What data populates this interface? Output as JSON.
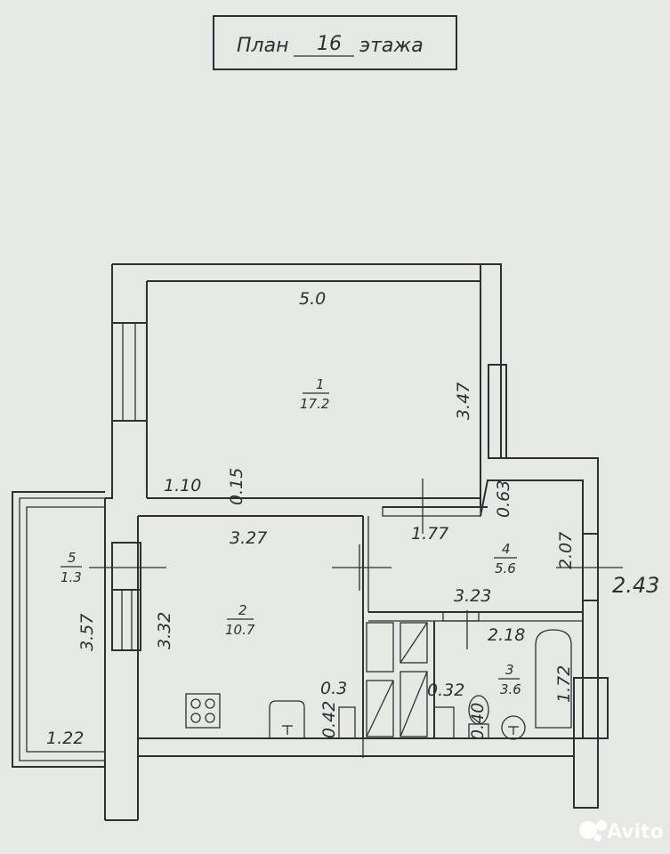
{
  "title": {
    "prefix": "План",
    "floor": "16",
    "suffix": "этажа"
  },
  "rooms": [
    {
      "number": "1",
      "area": "17.2"
    },
    {
      "number": "2",
      "area": "10.7"
    },
    {
      "number": "3",
      "area": "3.6"
    },
    {
      "number": "4",
      "area": "5.6"
    },
    {
      "number": "5",
      "area": "1.3"
    }
  ],
  "dimensions": {
    "room1_width": "5.0",
    "room1_depth": "3.47",
    "partition_offset": "1.10",
    "partition_thickness": "0.15",
    "corridor_offset": "0.63",
    "doorway_width": "1.77",
    "kitchen_width": "3.27",
    "kitchen_depth": "3.32",
    "hall_length": "3.23",
    "hall_width": "2.07",
    "bath_width": "2.18",
    "bath_depth": "1.72",
    "balcony_depth": "3.57",
    "balcony_width": "1.22",
    "niche_width": "0.3",
    "niche_depth": "0.42",
    "shaft_width": "0.32",
    "shaft_depth": "0.40"
  },
  "ceiling_height": "2.43",
  "watermark": "Avito",
  "colors": {
    "paper": "#e6e8e3",
    "ink": "#2e2f33"
  }
}
